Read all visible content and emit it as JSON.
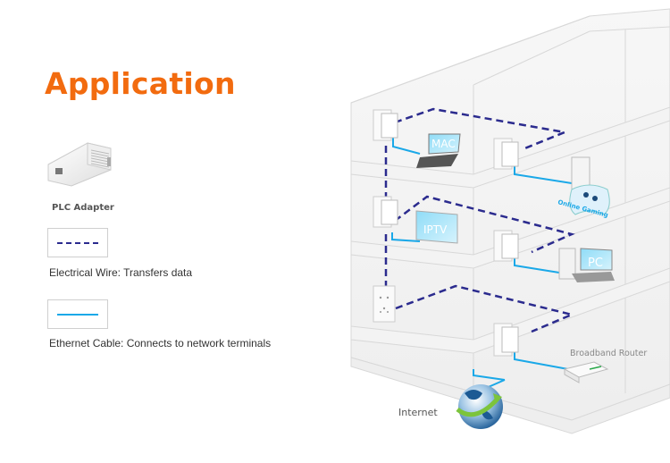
{
  "title": "Application",
  "product": {
    "label": "PLC Adapter",
    "icon": "plc-adapter-device"
  },
  "legend": [
    {
      "style": "dashed",
      "color": "#2b2b8e",
      "text": "Electrical Wire: Transfers data"
    },
    {
      "style": "solid",
      "color": "#1aa8e8",
      "text": "Ethernet Cable: Connects to network terminals"
    }
  ],
  "devices": {
    "mac": "MAC",
    "iptv": "IPTV",
    "gaming": "Online Gaming",
    "pc": "PC",
    "router": "Broadband Router",
    "internet": "Internet"
  },
  "colors": {
    "accent": "#f26b0f",
    "electrical_wire": "#2b2b8e",
    "ethernet_cable": "#1aa8e8"
  }
}
